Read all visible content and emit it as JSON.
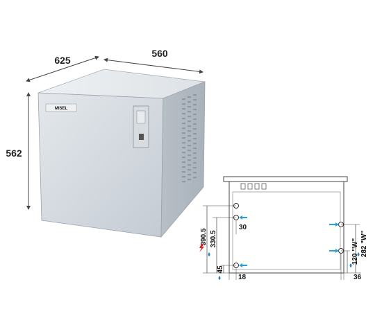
{
  "machine": {
    "brand": "MISEL",
    "dim_depth": "625",
    "dim_width": "560",
    "dim_height": "562"
  },
  "schematic": {
    "dim_390": "390.5",
    "dim_330": "330.5",
    "dim_30": "30",
    "dim_45": "45",
    "dim_18": "18",
    "dim_120": "120 \"W\"",
    "dim_282": "282 \"W\"",
    "dim_36": "36"
  },
  "colors": {
    "arrow_blue": "#2a9fd6",
    "drop_blue": "#2a7fc0",
    "spark_red": "#d9232e",
    "panel_front": "#cdd3da",
    "panel_side": "#b9c0c8",
    "panel_top": "#e3e7eb"
  }
}
